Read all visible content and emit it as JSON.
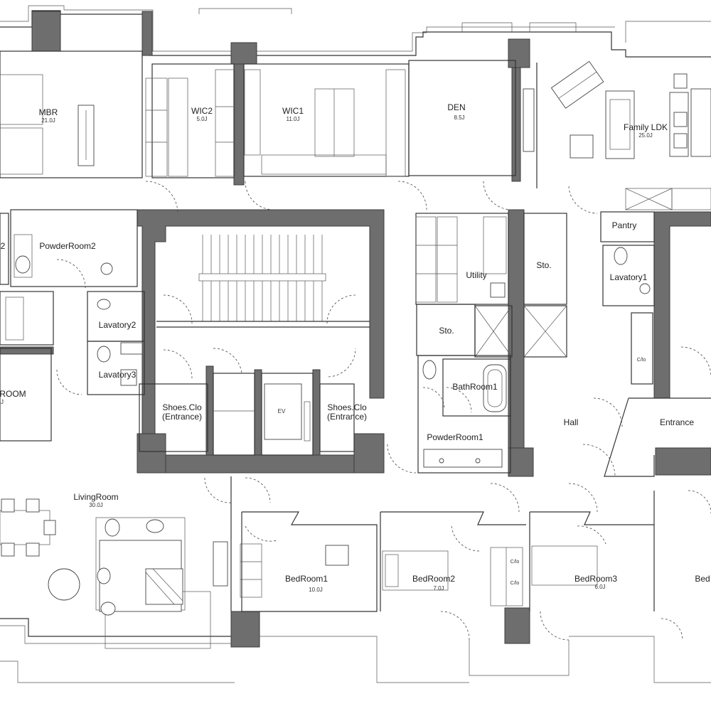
{
  "rooms": {
    "mbr": {
      "name": "MBR",
      "area": "21.0J"
    },
    "wic2": {
      "name": "WIC2",
      "area": "5.0J"
    },
    "wic1": {
      "name": "WIC1",
      "area": "11.0J"
    },
    "den": {
      "name": "DEN",
      "area": "8.5J"
    },
    "family_ldk": {
      "name": "Family LDK",
      "area": "25.0J"
    },
    "powder2": {
      "name": "PowderRoom2"
    },
    "lav2": {
      "name": "Lavatory2"
    },
    "lav3": {
      "name": "Lavatory3"
    },
    "partial_room": {
      "name": "ROOM",
      "area": "J"
    },
    "partial_powder": {
      "name": "2"
    },
    "utility": {
      "name": "Utility"
    },
    "sto_a": {
      "name": "Sto."
    },
    "sto_b": {
      "name": "Sto."
    },
    "pantry": {
      "name": "Pantry"
    },
    "lav1": {
      "name": "Lavatory1"
    },
    "bath1": {
      "name": "BathRoom1"
    },
    "powder1": {
      "name": "PowderRoom1"
    },
    "hall": {
      "name": "Hall"
    },
    "entrance": {
      "name": "Entrance"
    },
    "shoes_left": {
      "name": "Shoes.Clo\n(Entrance)"
    },
    "shoes_right": {
      "name": "Shoes.Clo\n(Entrance)"
    },
    "ev": {
      "name": "EV"
    },
    "living": {
      "name": "LivingRoom",
      "area": "30.0J"
    },
    "bed1": {
      "name": "BedRoom1",
      "area": "10.0J"
    },
    "bed2": {
      "name": "BedRoom2",
      "area": "7.0J"
    },
    "bed3": {
      "name": "BedRoom3",
      "area": "6.0J"
    },
    "bed_partial": {
      "name": "Bed"
    }
  },
  "closet_tags": {
    "clo": "C/lo"
  }
}
